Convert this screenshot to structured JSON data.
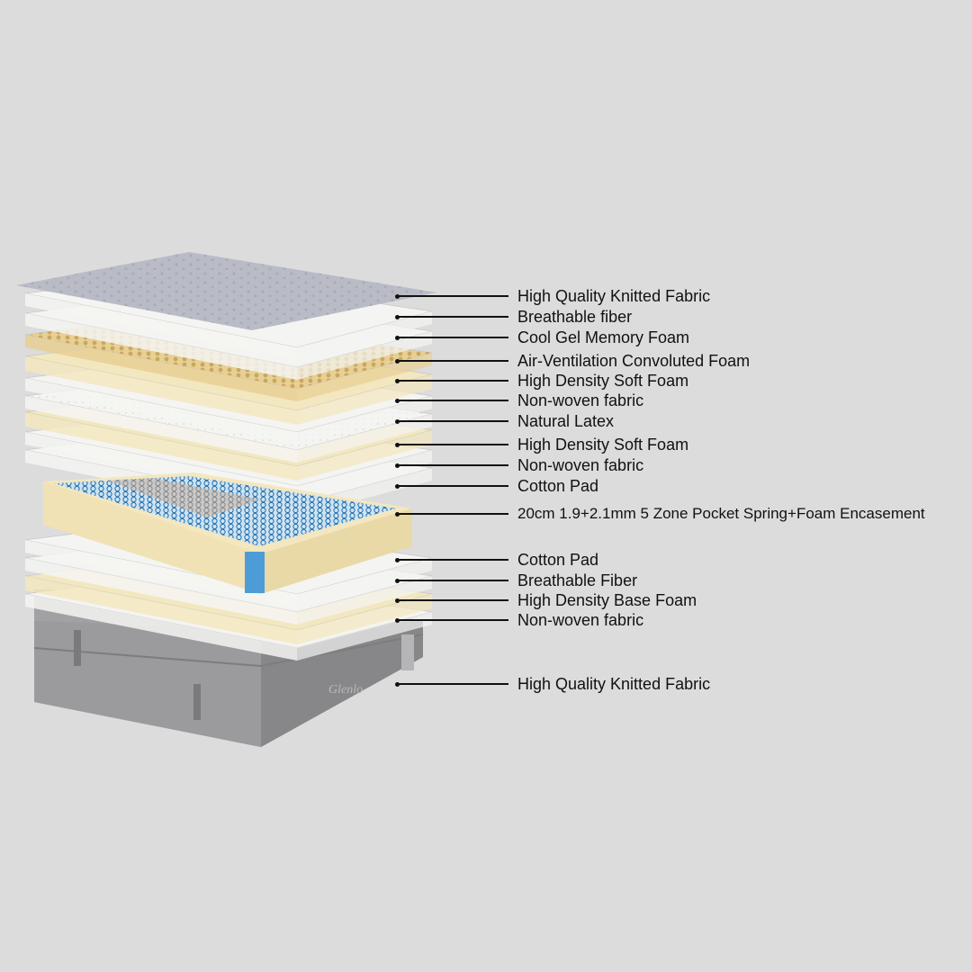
{
  "brand": "Glenlo",
  "layers": [
    {
      "label": "High Quality Knitted Fabric"
    },
    {
      "label": "Breathable fiber"
    },
    {
      "label": "Cool Gel Memory Foam"
    },
    {
      "label": "Air-Ventilation Convoluted Foam"
    },
    {
      "label": "High Density Soft Foam"
    },
    {
      "label": "Non-woven fabric"
    },
    {
      "label": "Natural Latex"
    },
    {
      "label": "High Density Soft Foam"
    },
    {
      "label": "Non-woven fabric"
    },
    {
      "label": "Cotton Pad"
    },
    {
      "label": "20cm 1.9+2.1mm 5 Zone Pocket Spring+Foam Encasement"
    },
    {
      "label": "Cotton Pad"
    },
    {
      "label": "Breathable  Fiber"
    },
    {
      "label": "High Density Base Foam"
    },
    {
      "label": "Non-woven fabric"
    },
    {
      "label": "High Quality Knitted Fabric"
    }
  ],
  "colors": {
    "background": "#dcdcdc",
    "knit_top": "#b9bcc6",
    "white_layer": "#f4f4f2",
    "yellow_foam": "#f3e7bf",
    "convoluted": "#e8cf93",
    "spring_blue": "#4d9cd8",
    "base_fabric": "#8f8f92"
  }
}
